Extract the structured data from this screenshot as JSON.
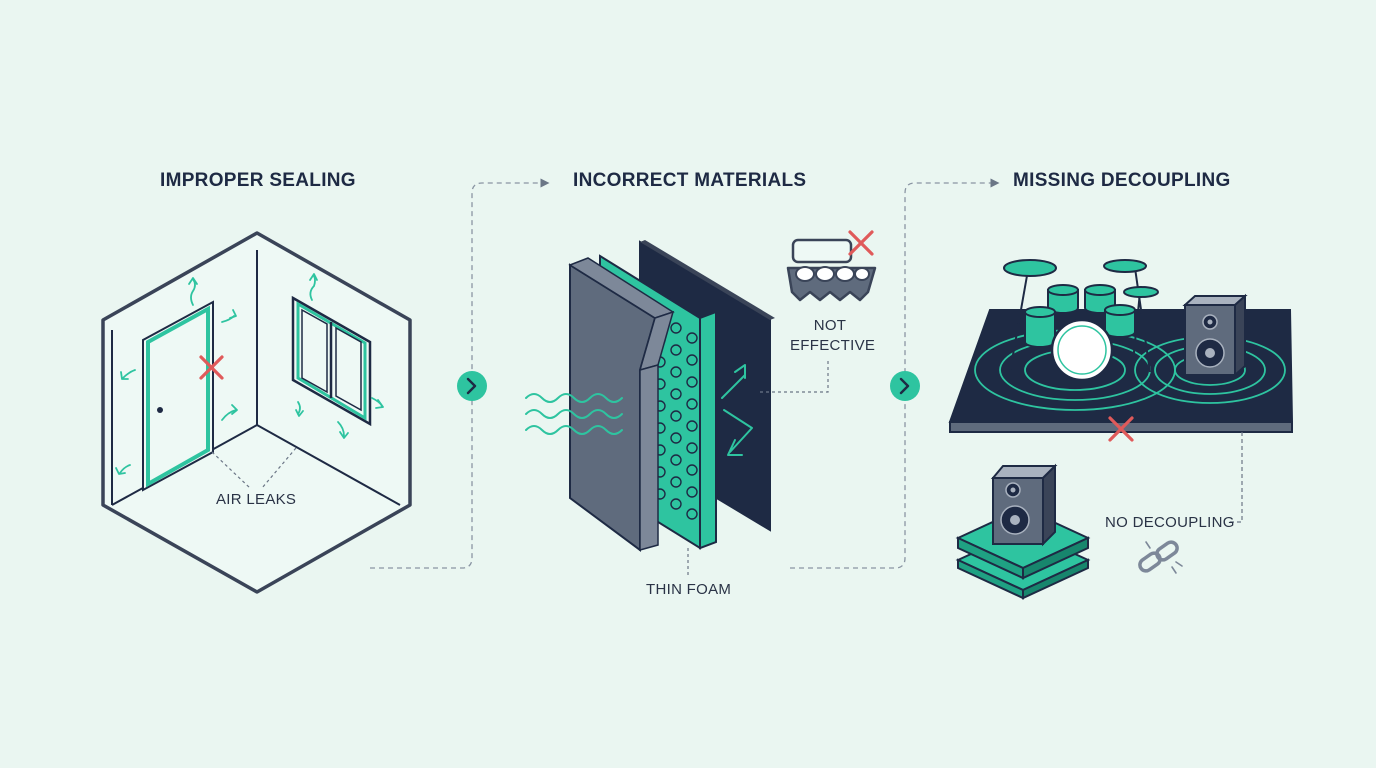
{
  "panels": [
    {
      "title": "IMPROPER SEALING",
      "label": "AIR LEAKS"
    },
    {
      "title": "INCORRECT MATERIALS",
      "label": "THIN FOAM",
      "callout_line1": "NOT",
      "callout_line2": "EFFECTIVE"
    },
    {
      "title": "MISSING DECOUPLING",
      "label": "NO DECOUPLING"
    }
  ],
  "icons": {
    "flow_arrow": "chevron-right-icon",
    "error": "x-mark-icon",
    "broken_link": "broken-chain-icon",
    "egg_carton": "egg-carton-icon",
    "speaker": "speaker-icon",
    "drum_kit": "drum-kit-icon"
  },
  "colors": {
    "background": "#eaf6f1",
    "navy": "#1e2a44",
    "teal": "#2ec4a0",
    "slate": "#5f6b7d",
    "error_red": "#e05a5a",
    "connector": "#8a95a3"
  }
}
